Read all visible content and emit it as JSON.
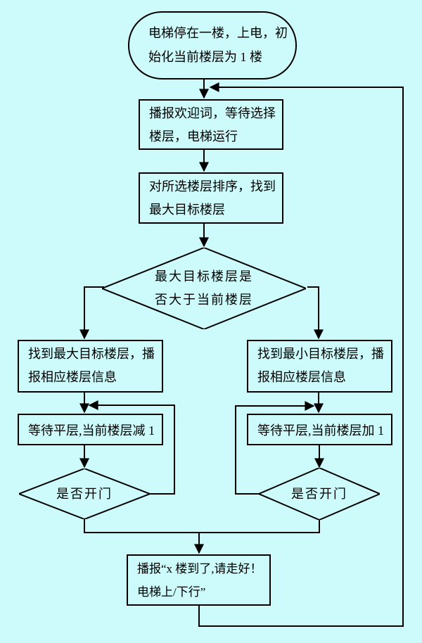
{
  "title": "elevator-control-flowchart",
  "colors": {
    "background": "#cdfafa",
    "line": "#000000",
    "text": "#000000"
  },
  "nodes": {
    "start": {
      "type": "terminator",
      "line1": "电梯停在一楼，上电，初",
      "line2": "始化当前楼层为 1 楼"
    },
    "welcome": {
      "type": "process",
      "line1": "播报欢迎词，等待选择",
      "line2": "楼层，电梯运行"
    },
    "sort": {
      "type": "process",
      "line1": "对所选楼层排序，找到",
      "line2": "最大目标楼层"
    },
    "decision_max": {
      "type": "decision",
      "line1": "最大目标楼层是",
      "line2": "否大于当前楼层"
    },
    "find_max": {
      "type": "process",
      "line1": "找到最大目标楼层，播",
      "line2": "报相应楼层信息"
    },
    "find_min": {
      "type": "process",
      "line1": "找到最小目标楼层，播",
      "line2": "报相应楼层信息"
    },
    "wait_minus": {
      "type": "process",
      "line1": "等待平层,当前楼层减 1"
    },
    "wait_plus": {
      "type": "process",
      "line1": "等待平层,当前楼层加 1"
    },
    "door_left": {
      "type": "decision",
      "line1": "是否开门"
    },
    "door_right": {
      "type": "decision",
      "line1": "是否开门"
    },
    "announce": {
      "type": "process",
      "line1": "播报“x 楼到了,请走好！",
      "line2": "电梯上/下行”"
    }
  }
}
